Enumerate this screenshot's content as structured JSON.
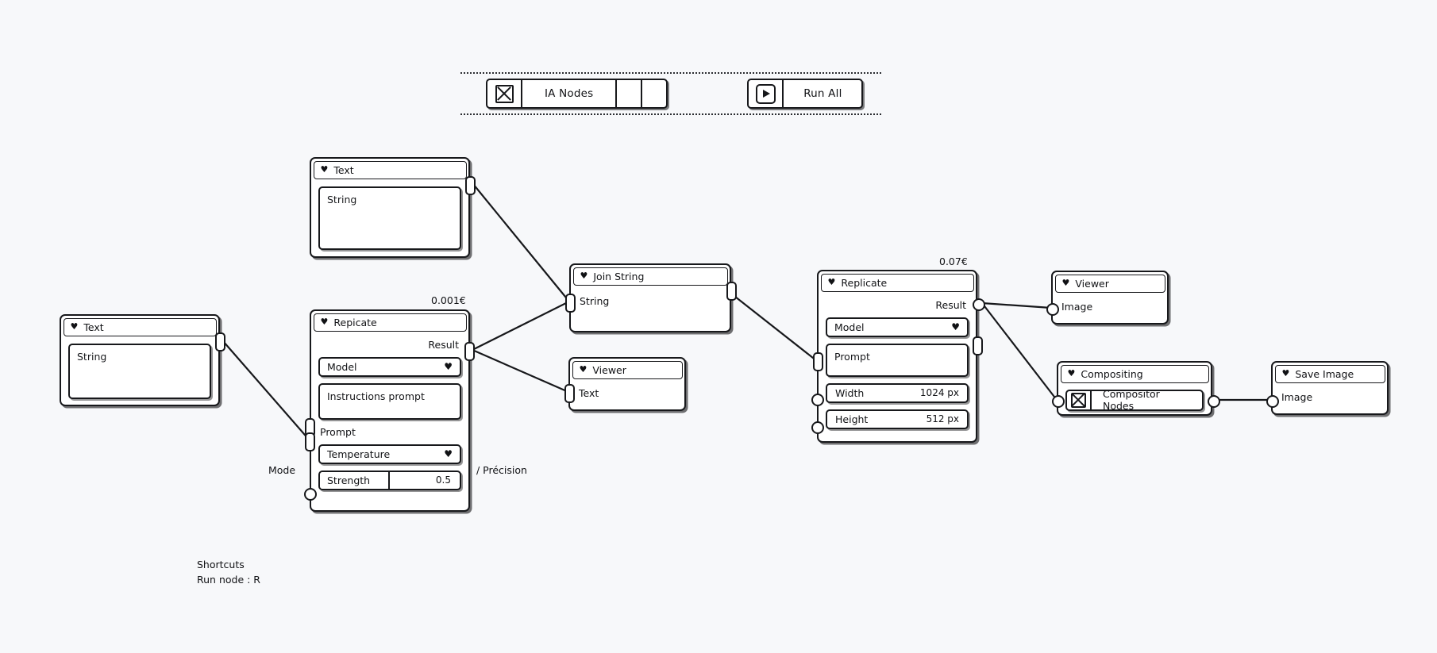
{
  "app": {
    "background": "#f7f8fa",
    "ink": "#17181b"
  },
  "toolbar": {
    "menu_icon": "crossed-box-icon",
    "menu_label": "IA Nodes",
    "blank_slot_1": "",
    "blank_slot_2": "",
    "run_icon": "play-icon",
    "run_label": "Run All"
  },
  "nodes": {
    "text_left": {
      "title": "Text",
      "chevron": "♥",
      "string_placeholder": "String"
    },
    "text_top": {
      "title": "Text",
      "chevron": "♥",
      "string_placeholder": "String"
    },
    "repicate": {
      "title": "Repicate",
      "chevron": "♥",
      "price": "0.001€",
      "output_label": "Result",
      "model_label": "Model",
      "model_chevron": "♥",
      "instructions_placeholder": "Instructions prompt",
      "prompt_label": "Prompt",
      "temperature_label": "Temperature",
      "temperature_chevron": "♥",
      "strength_label": "Strength",
      "strength_value": "0.5",
      "mode_label": "Mode",
      "precision_label": "/ Précision"
    },
    "join_string": {
      "title": "Join String",
      "chevron": "♥",
      "input_label": "String"
    },
    "viewer_text": {
      "title": "Viewer",
      "chevron": "♥",
      "input_label": "Text"
    },
    "replicate": {
      "title": "Replicate",
      "chevron": "♥",
      "price": "0.07€",
      "output_label": "Result",
      "model_label": "Model",
      "model_chevron": "♥",
      "prompt_placeholder": "Prompt",
      "width_label": "Width",
      "width_value": "1024 px",
      "height_label": "Height",
      "height_value": "512 px"
    },
    "viewer_image": {
      "title": "Viewer",
      "chevron": "♥",
      "input_label": "Image"
    },
    "compositing": {
      "title": "Compositing",
      "chevron": "♥",
      "button_icon": "crossed-box-icon",
      "button_label": "Compositor Nodes"
    },
    "save_image": {
      "title": "Save Image",
      "chevron": "♥",
      "input_label": "Image"
    }
  },
  "shortcuts": {
    "title": "Shortcuts",
    "run_node": "Run node : R"
  }
}
